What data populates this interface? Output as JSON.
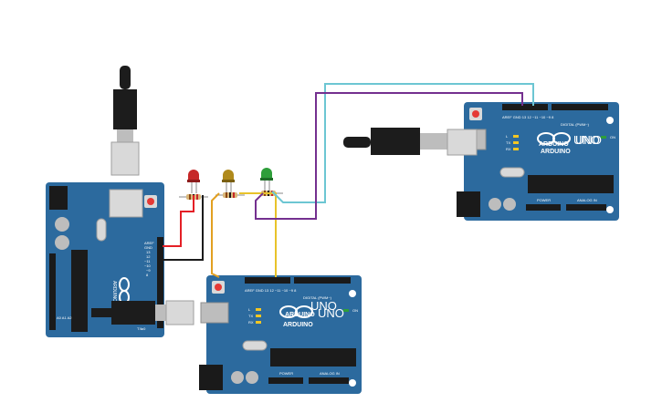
{
  "palette": {
    "board": "#2c6a9e",
    "board_dark": "#1d4f78",
    "chip": "#1b1b1b",
    "header": "#1a1a1a",
    "wire_red": "#e41f26",
    "wire_black": "#1b1b1b",
    "wire_orange": "#e2a021",
    "wire_yellow": "#e8c32a",
    "wire_cyan": "#6cc6d3",
    "wire_purple": "#74308f",
    "led_red": "#c62828",
    "led_yellow": "#b08a1c",
    "led_green": "#2e9e3a",
    "usb_plug": "#1c1c1c",
    "usb_metal": "#d9d9d9"
  },
  "labels": {
    "brand": "ARDUINO",
    "model": "UNO",
    "digital": "DIGITAL (PWM~)",
    "power": "POWER",
    "analog": "ANALOG IN",
    "aref": "AREF",
    "gnd": "GND",
    "tx": "TX",
    "rx": "RX",
    "l": "L",
    "on": "ON",
    "pin13": "13",
    "pin12": "12",
    "pin11": "~11",
    "pin10": "~10",
    "pin9": "~9",
    "pin8": "8"
  },
  "parts": {
    "arduino_boards": 3,
    "leds": [
      "red",
      "yellow",
      "green"
    ],
    "resistors": 3,
    "usb_cables": 3
  }
}
